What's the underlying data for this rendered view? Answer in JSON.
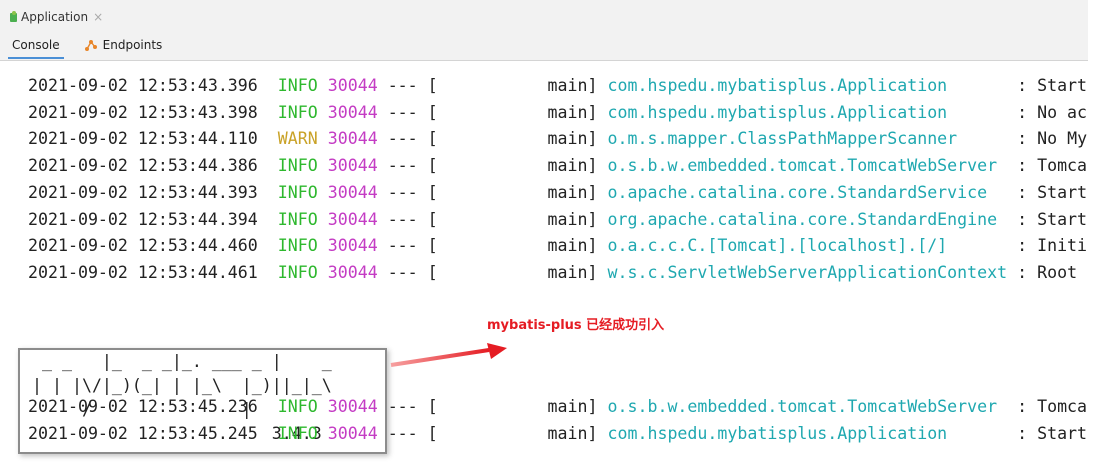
{
  "window": {
    "tab_title": "Application",
    "close_symbol": "×"
  },
  "subtabs": [
    {
      "label": "Console",
      "active": true
    },
    {
      "label": "Endpoints",
      "active": false,
      "icon": "endpoints-icon"
    }
  ],
  "log_lines_top": [
    {
      "timestamp": "2021-09-02 12:53:43.396",
      "level": "INFO",
      "pid": "30044",
      "sep": "--- [",
      "thread": "main]",
      "logger": "com.hspedu.mybatisplus.Application",
      "msg": ": Start"
    },
    {
      "timestamp": "2021-09-02 12:53:43.398",
      "level": "INFO",
      "pid": "30044",
      "sep": "--- [",
      "thread": "main]",
      "logger": "com.hspedu.mybatisplus.Application",
      "msg": ": No ac"
    },
    {
      "timestamp": "2021-09-02 12:53:44.110",
      "level": "WARN",
      "pid": "30044",
      "sep": "--- [",
      "thread": "main]",
      "logger": "o.m.s.mapper.ClassPathMapperScanner",
      "msg": ": No My"
    },
    {
      "timestamp": "2021-09-02 12:53:44.386",
      "level": "INFO",
      "pid": "30044",
      "sep": "--- [",
      "thread": "main]",
      "logger": "o.s.b.w.embedded.tomcat.TomcatWebServer",
      "msg": ": Tomca"
    },
    {
      "timestamp": "2021-09-02 12:53:44.393",
      "level": "INFO",
      "pid": "30044",
      "sep": "--- [",
      "thread": "main]",
      "logger": "o.apache.catalina.core.StandardService",
      "msg": ": Start"
    },
    {
      "timestamp": "2021-09-02 12:53:44.394",
      "level": "INFO",
      "pid": "30044",
      "sep": "--- [",
      "thread": "main]",
      "logger": "org.apache.catalina.core.StandardEngine",
      "msg": ": Start"
    },
    {
      "timestamp": "2021-09-02 12:53:44.460",
      "level": "INFO",
      "pid": "30044",
      "sep": "--- [",
      "thread": "main]",
      "logger": "o.a.c.c.C.[Tomcat].[localhost].[/]",
      "msg": ": Initi"
    },
    {
      "timestamp": "2021-09-02 12:53:44.461",
      "level": "INFO",
      "pid": "30044",
      "sep": "--- [",
      "thread": "main]",
      "logger": "w.s.c.ServletWebServerApplicationContext",
      "msg": ": Root"
    }
  ],
  "banner": {
    "ascii": " _ _   |_  _ _|_. ___ _ |    _\n| | |\\/|_)(_| | |_\\  |_)||_|_\\\n     /               |\n                        3.4.3"
  },
  "log_lines_bottom": [
    {
      "timestamp": "2021-09-02 12:53:45.236",
      "level": "INFO",
      "pid": "30044",
      "sep": "--- [",
      "thread": "main]",
      "logger": "o.s.b.w.embedded.tomcat.TomcatWebServer",
      "msg": ": Tomca"
    },
    {
      "timestamp": "2021-09-02 12:53:45.245",
      "level": "INFO",
      "pid": "30044",
      "sep": "--- [",
      "thread": "main]",
      "logger": "com.hspedu.mybatisplus.Application",
      "msg": ": Start"
    }
  ],
  "annotation": {
    "text": "mybatis-plus 已经成功引入",
    "color": "#e51c23"
  },
  "colors": {
    "info": "#2eb82e",
    "warn": "#c9a227",
    "pid": "#c43cc4",
    "logger": "#1fa8b0"
  }
}
